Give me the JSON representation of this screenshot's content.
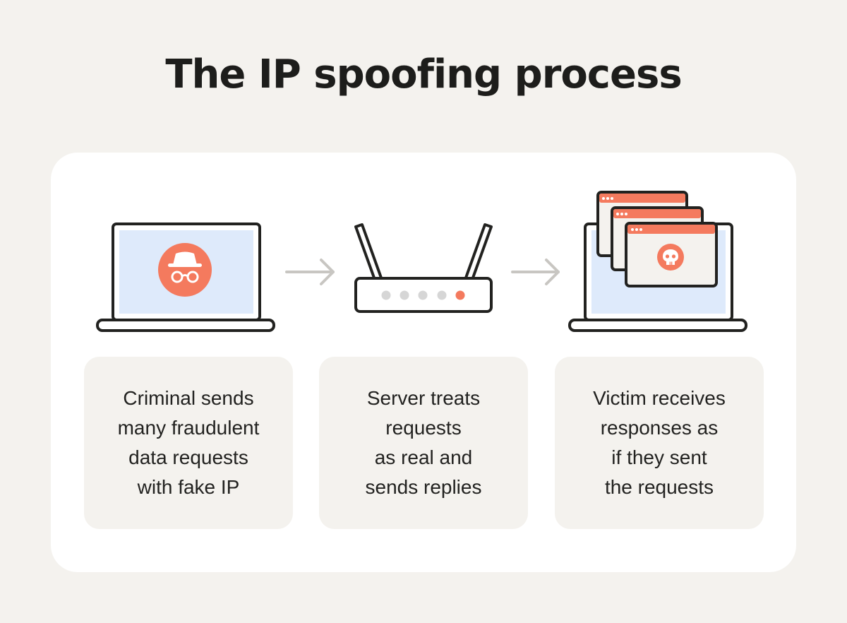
{
  "title": "The IP spoofing process",
  "colors": {
    "background": "#f4f2ee",
    "panel": "#ffffff",
    "accent": "#f47a5e",
    "outline": "#222220",
    "screen": "#deeafb",
    "arrow": "#c8c6c2",
    "led_off": "#d6d6d6"
  },
  "steps": [
    {
      "icon": "criminal-laptop-icon",
      "caption": "Criminal sends\nmany fraudulent\ndata requests\nwith fake IP"
    },
    {
      "icon": "router-icon",
      "caption": "Server treats\nrequests\nas real and\nsends replies"
    },
    {
      "icon": "victim-laptop-icon",
      "caption": "Victim receives\nresponses as\nif they sent\nthe requests"
    }
  ]
}
